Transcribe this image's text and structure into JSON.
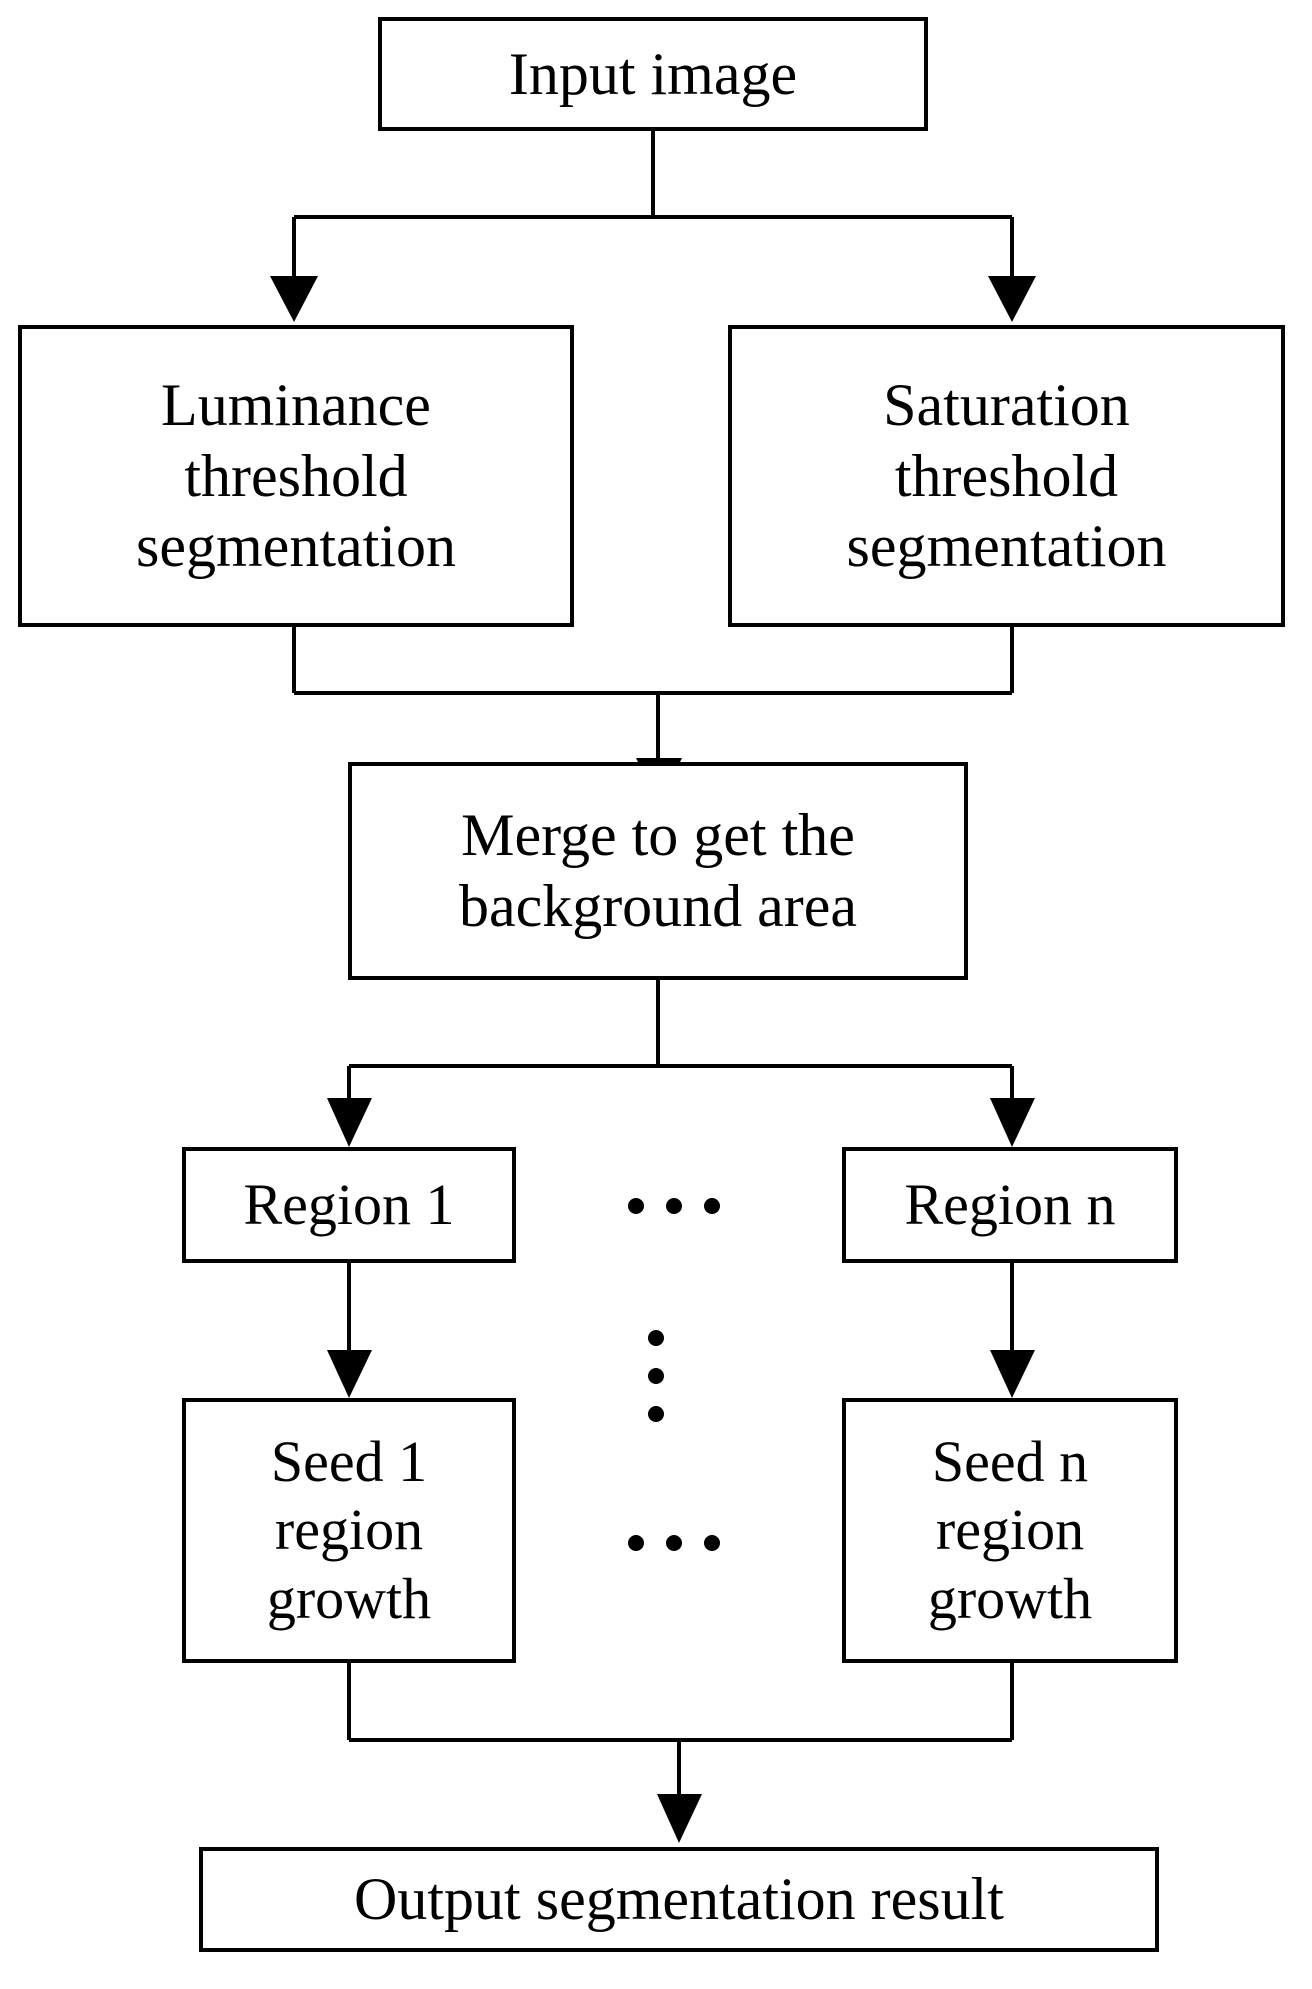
{
  "diagram": {
    "title": "Image segmentation pipeline flowchart",
    "stroke_color": "#000000",
    "fill_color": "#ffffff",
    "nodes": {
      "input": "Input image",
      "luminance": "Luminance\nthreshold\nsegmentation",
      "saturation": "Saturation\nthreshold\nsegmentation",
      "merge": "Merge to get the\nbackground area",
      "region_first": "Region 1",
      "region_last": "Region n",
      "seed_first": "Seed 1\nregion\ngrowth",
      "seed_last": "Seed n\nregion\ngrowth",
      "output": "Output segmentation result"
    },
    "ellipses": {
      "regions_horizontal": "...",
      "seeds_horizontal": "...",
      "between_vertical": "..."
    }
  }
}
